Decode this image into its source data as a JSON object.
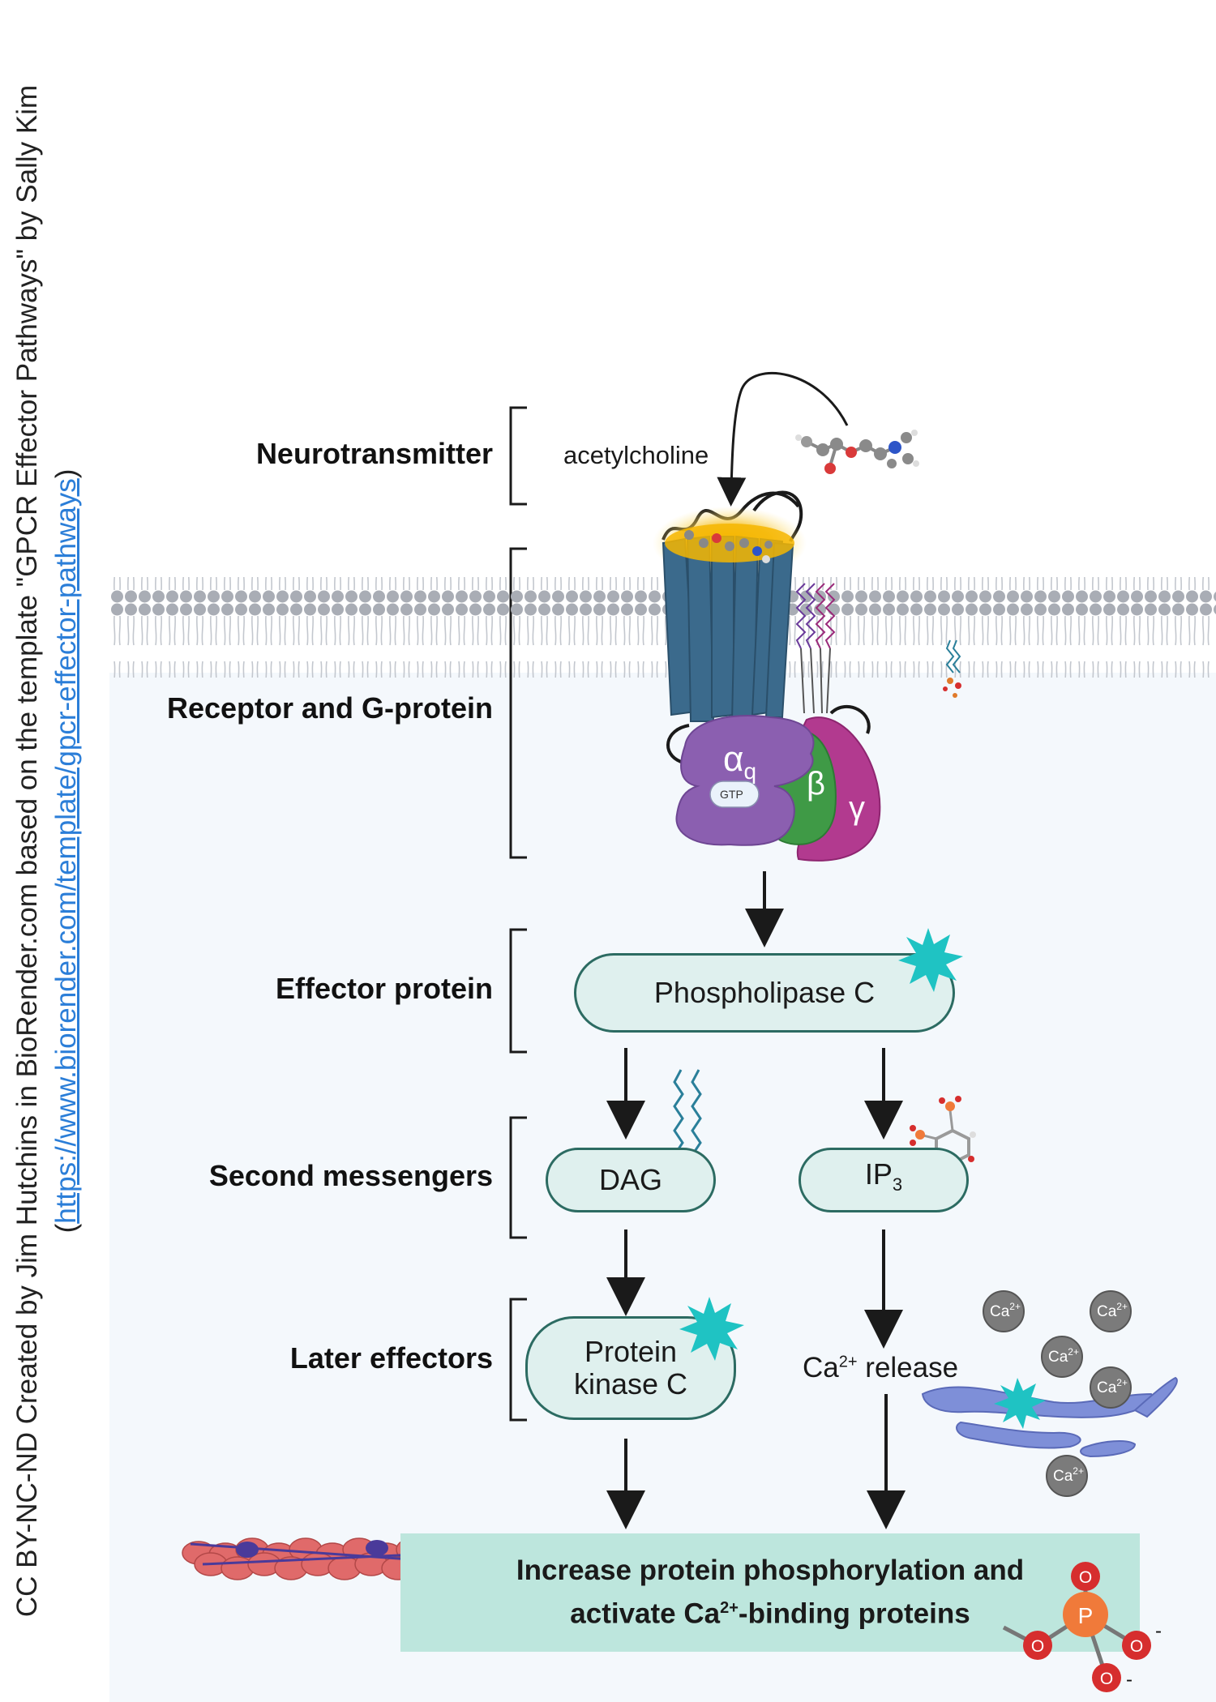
{
  "credit": {
    "text_before": "CC BY-NC-ND Created by Jim Hutchins in BioRender.com based on the template \"GPCR Effector Pathways\" by Sally Kim (",
    "link": "https://www.biorender.com/template/gpcr-effector-pathways",
    "text_after": ")"
  },
  "stages": {
    "neurotransmitter": "Neurotransmitter",
    "receptor": "Receptor and G-protein",
    "effector": "Effector protein",
    "second_messengers": "Second messengers",
    "later_effectors": "Later effectors"
  },
  "labels": {
    "acetylcholine": "acetylcholine",
    "alpha": "α",
    "alpha_sub": "q",
    "gtp": "GTP",
    "beta": "β",
    "gamma": "γ",
    "plc": "Phospholipase C",
    "dag": "DAG",
    "ip3": "IP",
    "ip3_sub": "3",
    "pkc_line1": "Protein",
    "pkc_line2": "kinase C",
    "ca_release_prefix": "Ca",
    "ca_release_sup": "2+",
    "ca_release_suffix": " release",
    "ion": "Ca",
    "ion_sup": "2+"
  },
  "result": {
    "line1": "Increase protein phosphorylation and",
    "line2_prefix": "activate Ca",
    "line2_sup": "2+",
    "line2_suffix": "-binding proteins"
  },
  "phosphate": {
    "p": "P",
    "o": "O",
    "charge": "-"
  },
  "colors": {
    "receptor": "#3b6a8c",
    "alpha_subunit": "#8b5fb0",
    "beta_subunit": "#3f9a46",
    "gamma_subunit": "#b23a8f",
    "pill_fill": "#dff0ee",
    "pill_border": "#2c6b62",
    "activation_star": "#1fc3c3",
    "result_box": "#bde6dd",
    "phosphorus": "#f07a3a",
    "oxygen": "#d62e2e",
    "calcium_ion": "#7b7b7b"
  }
}
